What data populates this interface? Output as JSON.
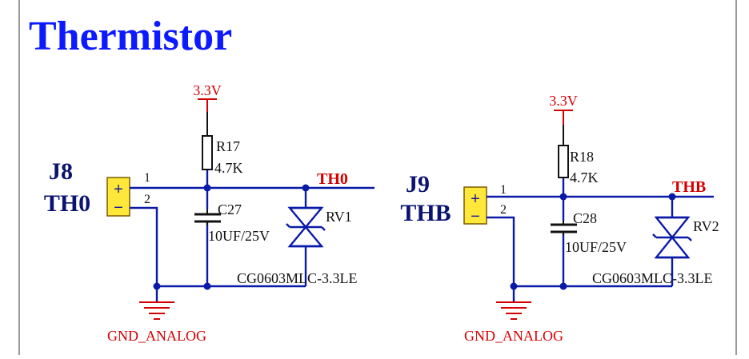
{
  "title": "Thermistor",
  "colors": {
    "title": "#0b1aff",
    "wire": "#0a1aa8",
    "power": "#d40000",
    "text": "#111111",
    "connector_fill": "#ffe83a"
  },
  "circuits": [
    {
      "connector_id": "J8",
      "connector_name": "TH0",
      "pin1": "1",
      "pin2": "2",
      "pin_plus": "+",
      "pin_minus": "−",
      "supply": "3.3V",
      "resistor_ref": "R17",
      "resistor_value": "4.7K",
      "cap_ref": "C27",
      "cap_value": "10UF/25V",
      "tvs_ref": "RV1",
      "tvs_part": "CG0603MLC-3.3LE",
      "net": "TH0",
      "ground": "GND_ANALOG"
    },
    {
      "connector_id": "J9",
      "connector_name": "THB",
      "pin1": "1",
      "pin2": "2",
      "pin_plus": "+",
      "pin_minus": "−",
      "supply": "3.3V",
      "resistor_ref": "R18",
      "resistor_value": "4.7K",
      "cap_ref": "C28",
      "cap_value": "10UF/25V",
      "tvs_ref": "RV2",
      "tvs_part": "CG0603MLC-3.3LE",
      "net": "THB",
      "ground": "GND_ANALOG"
    }
  ]
}
